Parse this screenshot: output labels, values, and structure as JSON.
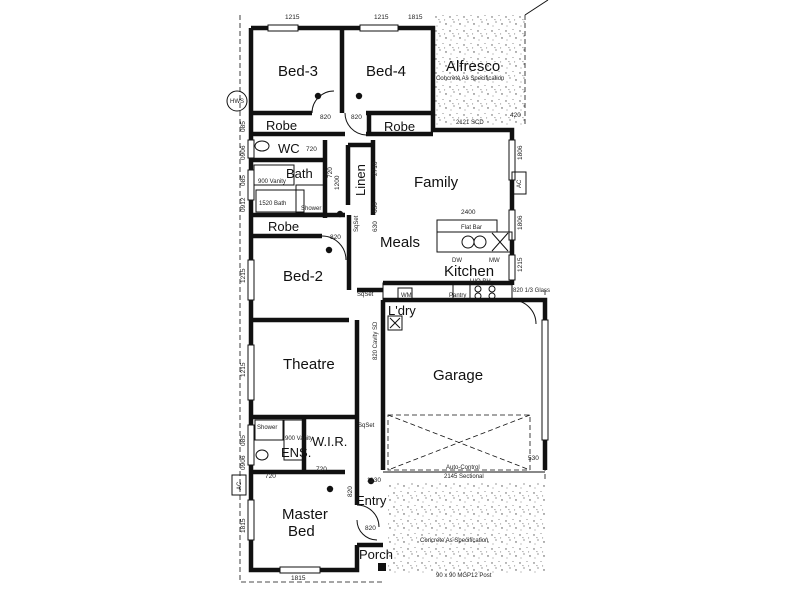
{
  "rooms": {
    "bed3": "Bed-3",
    "bed4": "Bed-4",
    "alfresco": "Alfresco",
    "alfresco_note": "Concrete As Specification",
    "robe_a": "Robe",
    "robe_b": "Robe",
    "robe_c": "Robe",
    "wc": "WC",
    "bath": "Bath",
    "linen": "Linen",
    "family": "Family",
    "meals": "Meals",
    "kitchen": "Kitchen",
    "bed2": "Bed-2",
    "lary": "L'dry",
    "theatre": "Theatre",
    "garage": "Garage",
    "wir": "W.I.R.",
    "ens": "ENS.",
    "master_line1": "Master",
    "master_line2": "Bed",
    "entry": "Entry",
    "porch": "Porch",
    "porch_note": "Concrete As Specification",
    "pantry": "Pantry"
  },
  "fixtures": {
    "hws": "HWS",
    "ac_left": "AC",
    "ac_right": "AC",
    "flat_bar": "Flat Bar",
    "dw": "DW",
    "mw": "MW",
    "uo_bh": "U/O  BH",
    "sqset_a": "SqSet",
    "sqset_b": "SqSet",
    "sqset_c": "SqSet",
    "auto_control": "Auto-Control",
    "sectional": "2145 Sectional",
    "glass": "820 1/3 Glass",
    "post": "90 x 90 MGP12 Post",
    "scd": "2121 SCD",
    "vanity": "900 Vanity",
    "vanity_ens": "900 Vanity",
    "bath_size": "1520 Bath",
    "shower": "Shower",
    "shower_ens": "Shower",
    "cavity_sd": "820 Cavity SD",
    "wm": "WM"
  },
  "dimensions": {
    "d1215_top_a": "1215",
    "d1215_top_b": "1215",
    "d1815_top": "1815",
    "d1815_bottom": "1815",
    "d2400": "2400",
    "d820_bed3": "820",
    "d820_bed4": "820",
    "d820_bed2": "820",
    "d820_entry_a": "820",
    "d820_entry_b": "820",
    "d720_bath": "720",
    "d720_wc": "720",
    "d720_ens_a": "720",
    "d720_ens_b": "720",
    "d630_a": "630",
    "d630_b": "630",
    "d2710": "2710",
    "d1200": "1200",
    "d1130": "1130",
    "d530": "530",
    "d420": "420",
    "d1215_left_a": "1215",
    "d1215_left_b": "1215",
    "d1815_left": "1815",
    "d1806_r1": "1806",
    "d1806_r2": "1806",
    "d0906_a": "0906",
    "d0906_b": "0906",
    "d0912": "0912",
    "d085_a": "085",
    "d085_b": "085",
    "d085_c": "085",
    "d1215_right": "1215"
  }
}
